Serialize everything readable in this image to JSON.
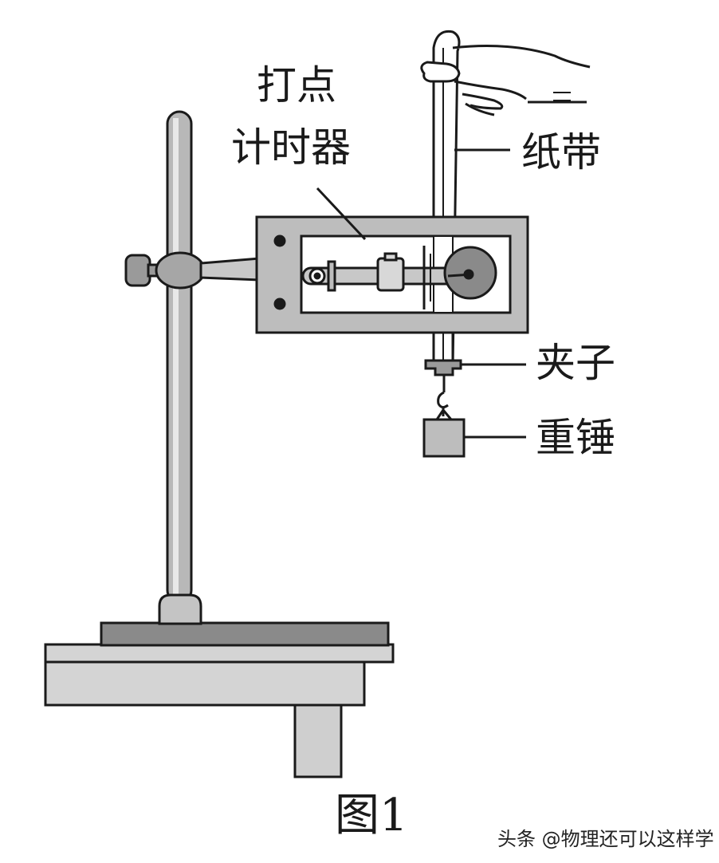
{
  "labels": {
    "timer_line1": "打点",
    "timer_line2": "计时器",
    "paper_tape": "纸带",
    "clip": "夹子",
    "weight": "重锤"
  },
  "caption": "图1",
  "watermark": "头条 @物理还可以这样学",
  "colors": {
    "stroke": "#1a1a1a",
    "fill_light": "#d4d4d4",
    "fill_mid": "#bdbdbd",
    "fill_dark": "#8a8a8a",
    "background": "#ffffff"
  }
}
